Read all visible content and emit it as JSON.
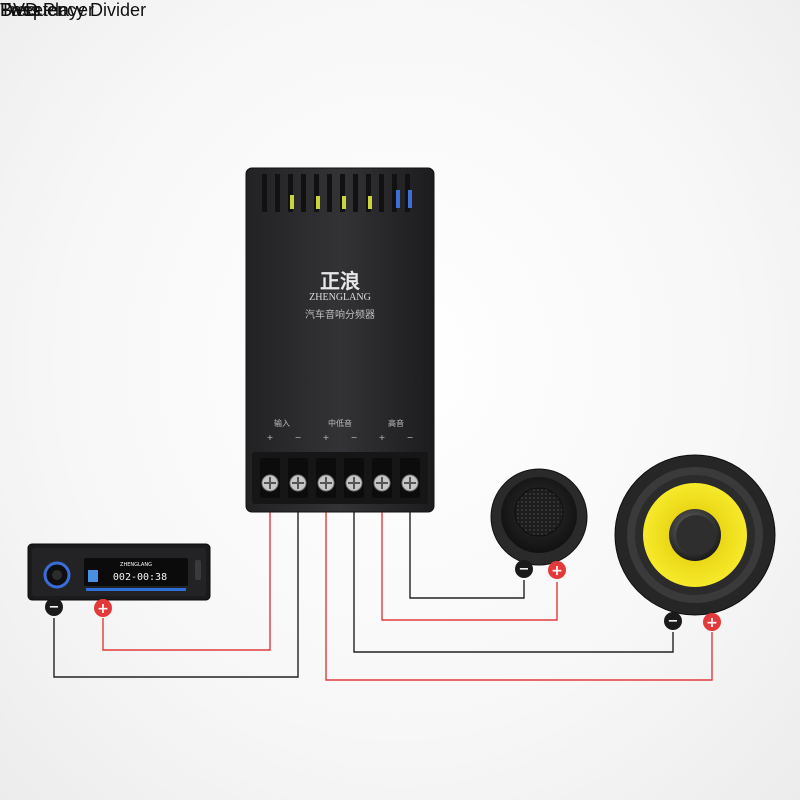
{
  "labels": {
    "frequency_divider": "Frequency Divider",
    "dvd_player": "DVD Player",
    "tweeter": "Tweeter",
    "bass": "Bass"
  },
  "divider": {
    "brand_cn": "正浪",
    "brand_en": "ZHENGLANG",
    "subtitle_cn": "汽车音响分频器",
    "terminal_group_labels": [
      "输入",
      "中低音",
      "高音"
    ],
    "terminal_signs": [
      "+",
      "−",
      "+",
      "−",
      "+",
      "−"
    ]
  },
  "dvd": {
    "display_time": "002-00:38",
    "display_brand": "ZHENGLANG"
  },
  "polarity": {
    "plus": "+",
    "minus": "−"
  },
  "colors": {
    "positive_wire": "#e23a3a",
    "negative_wire": "#222222",
    "woofer_cone": "#f2e21c",
    "body": "#2b2b2d"
  }
}
